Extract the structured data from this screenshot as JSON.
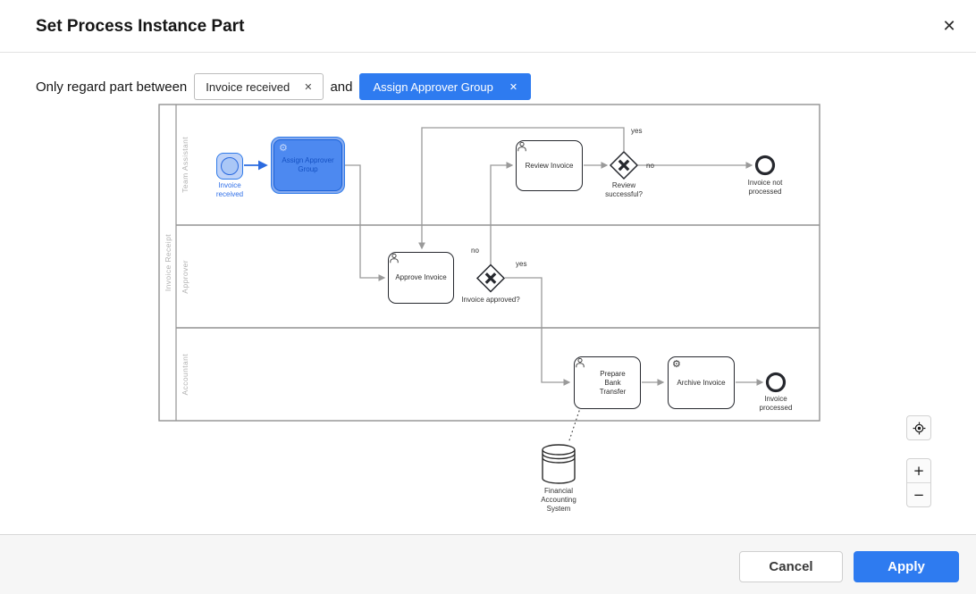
{
  "modal": {
    "title": "Set Process Instance Part"
  },
  "icons": {
    "close": "✕",
    "remove": "✕",
    "zoom_in": "+",
    "zoom_out": "−",
    "gear": "⚙"
  },
  "selector": {
    "prefix_label": "Only regard part between",
    "conjunction": "and",
    "start_chip": {
      "label": "Invoice received"
    },
    "end_chip": {
      "label": "Assign Approver Group"
    }
  },
  "diagram": {
    "pool": "Invoice Receipt",
    "lanes": [
      "Team Assistant",
      "Approver",
      "Accountant"
    ],
    "nodes": {
      "start": {
        "label": "Invoice received"
      },
      "assign": {
        "label": "Assign Approver Group"
      },
      "review": {
        "label": "Review Invoice"
      },
      "approve": {
        "label": "Approve Invoice"
      },
      "gw_review": {
        "label": "Review successful?"
      },
      "gw_approve": {
        "label": "Invoice approved?"
      },
      "prepare": {
        "label": "Prepare Bank Transfer"
      },
      "archive": {
        "label": "Archive Invoice"
      },
      "end_not_processed": {
        "label": "Invoice not processed"
      },
      "end_processed": {
        "label": "Invoice processed"
      },
      "datastore": {
        "label": "Financial Accounting System"
      }
    },
    "edge_labels": {
      "review_yes": "yes",
      "review_no": "no",
      "approve_no": "no",
      "approve_yes": "yes"
    }
  },
  "footer": {
    "cancel": "Cancel",
    "apply": "Apply"
  }
}
